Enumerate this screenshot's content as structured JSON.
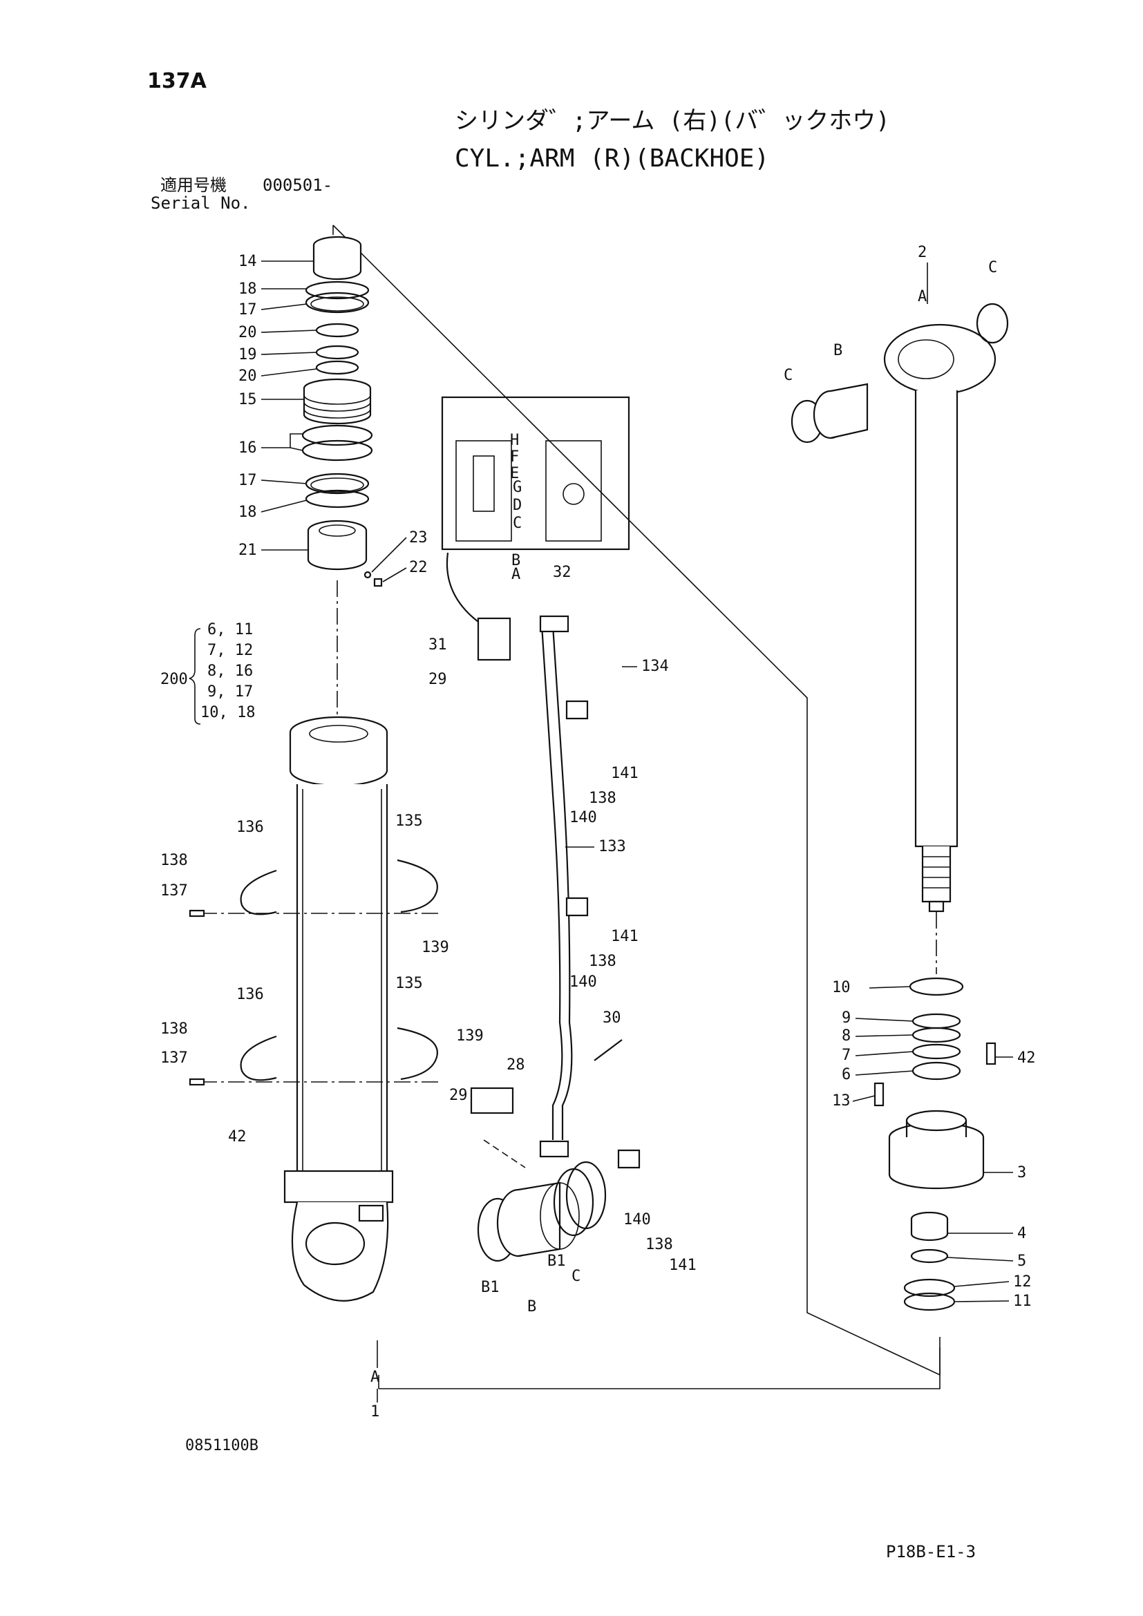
{
  "header": {
    "page_no": "137A",
    "title_jp": "シリンダ゛;アーム (右)(バ゛ックホウ)",
    "title_en": "CYL.;ARM (R)(BACKHOE)",
    "serial_label_jp": "適用号機",
    "serial_value": "000501-",
    "serial_label_en": "Serial No."
  },
  "footer": {
    "drawing_no": "0851100B",
    "page_ref": "P18B-E1-3"
  },
  "callouts": {
    "c14": "14",
    "c18a": "18",
    "c17a": "17",
    "c20a": "20",
    "c19": "19",
    "c20b": "20",
    "c15": "15",
    "c16": "16",
    "c17b": "17",
    "c18b": "18",
    "c21": "21",
    "c23": "23",
    "c22": "22",
    "c32": "32",
    "c31": "31",
    "c29a": "29",
    "c134": "134",
    "c141a": "141",
    "c138a": "138",
    "c140a": "140",
    "c133": "133",
    "c141b": "141",
    "c138b": "138",
    "c140b": "140",
    "c30": "30",
    "c28": "28",
    "c29b": "29",
    "c140c": "140",
    "c138c": "138",
    "c141c": "141",
    "c136a": "136",
    "c135a": "135",
    "c138d": "138",
    "c137a": "137",
    "c139a": "139",
    "c136b": "136",
    "c135b": "135",
    "c138e": "138",
    "c139b": "139",
    "c137b": "137",
    "c42a": "42",
    "c2": "2",
    "cA_top": "A",
    "cC_top": "C",
    "cB_top": "B",
    "cC_left": "C",
    "c10": "10",
    "c9": "9",
    "c8": "8",
    "c7": "7",
    "c6": "6",
    "c42b": "42",
    "c13": "13",
    "c3": "3",
    "c4": "4",
    "c5": "5",
    "c12": "12",
    "c11": "11",
    "cB1a": "B1",
    "cB1b": "B1",
    "cB_bot": "B",
    "cC_bot": "C",
    "cA_bot": "A",
    "c1": "1",
    "dH": "H",
    "dF": "F",
    "dE": "E",
    "dG": "G",
    "dD": "D",
    "dC": "C",
    "dB": "B",
    "dA": "A"
  },
  "kit": {
    "number": "200",
    "rows": [
      "6,  11",
      "7,  12",
      "8,  16",
      "9,  17",
      "10,  18"
    ]
  }
}
